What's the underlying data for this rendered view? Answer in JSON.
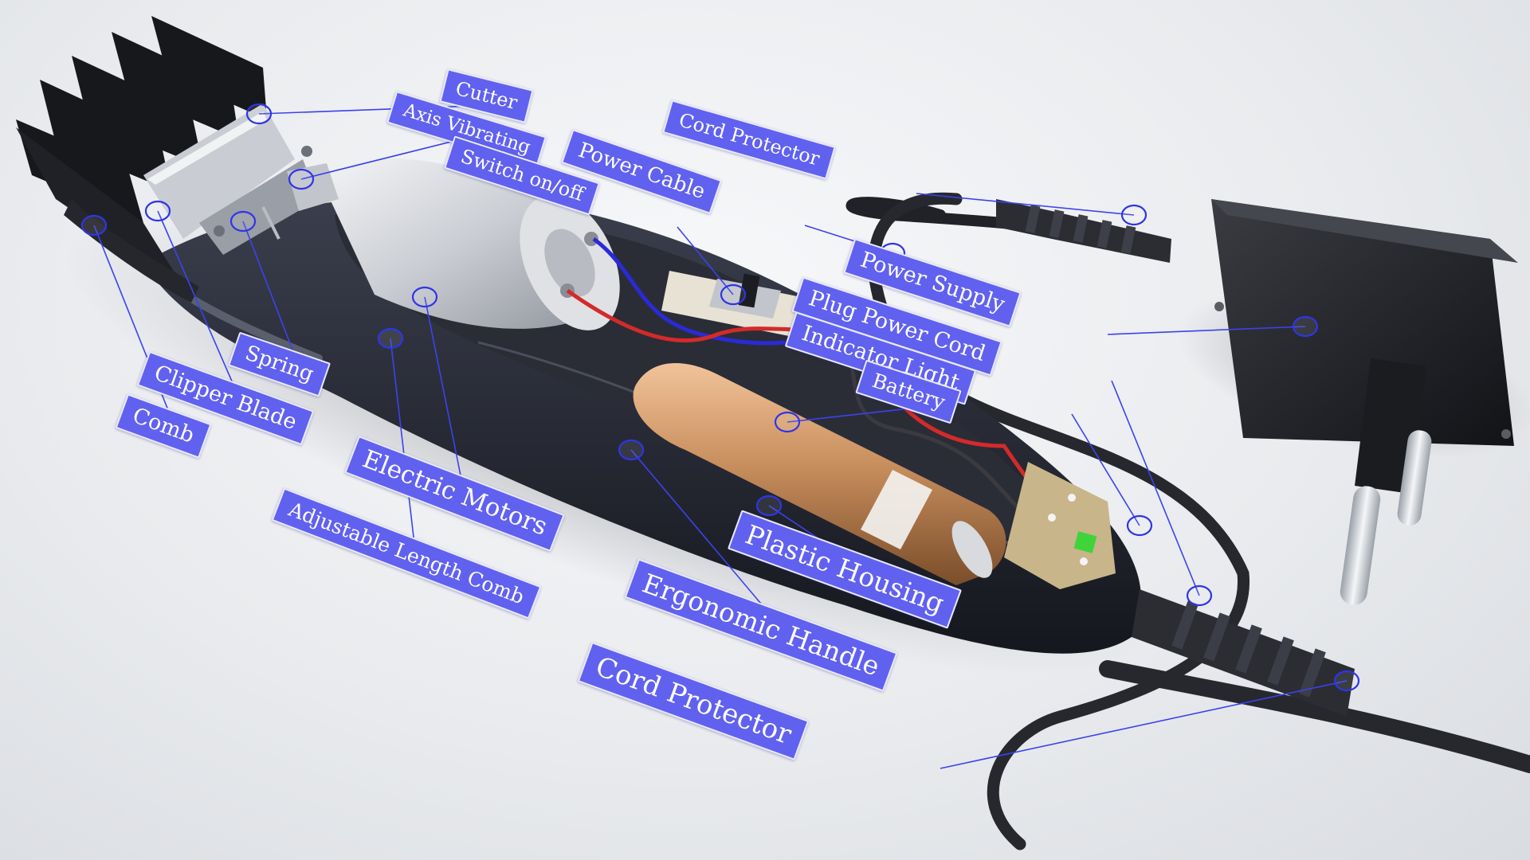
{
  "diagram": {
    "labels": [
      {
        "id": "cutter",
        "text": "Cutter"
      },
      {
        "id": "axis-vibrating",
        "text": "Axis Vibrating"
      },
      {
        "id": "switch",
        "text": "Switch on/off"
      },
      {
        "id": "power-cable",
        "text": "Power Cable"
      },
      {
        "id": "cord-protector-top",
        "text": "Cord Protector"
      },
      {
        "id": "power-supply",
        "text": "Power Supply"
      },
      {
        "id": "plug-power-cord",
        "text": "Plug Power Cord"
      },
      {
        "id": "indicator-light",
        "text": "Indicator Light"
      },
      {
        "id": "battery",
        "text": "Battery"
      },
      {
        "id": "spring",
        "text": "Spring"
      },
      {
        "id": "clipper-blade",
        "text": "Clipper Blade"
      },
      {
        "id": "comb",
        "text": "Comb"
      },
      {
        "id": "electric-motors",
        "text": "Electric Motors"
      },
      {
        "id": "adjustable-length-comb",
        "text": "Adjustable Length Comb"
      },
      {
        "id": "plastic-housing",
        "text": "Plastic Housing"
      },
      {
        "id": "ergonomic-handle",
        "text": "Ergonomic Handle"
      },
      {
        "id": "cord-protector-bottom",
        "text": "Cord Protector"
      }
    ],
    "colors": {
      "label_fill": "#6161f0",
      "leader": "#3c42ee"
    }
  }
}
